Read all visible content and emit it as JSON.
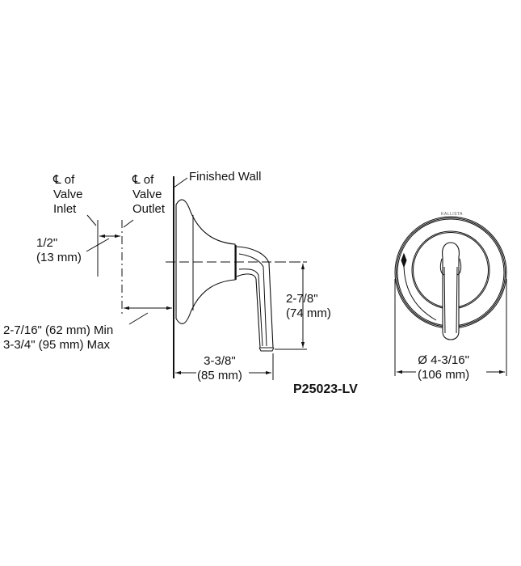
{
  "drawing": {
    "model_number": "P25023-LV",
    "brand_mark": "KALLISTA",
    "side_view": {
      "labels": {
        "valve_inlet": [
          "℄ of",
          "Valve",
          "Inlet"
        ],
        "valve_outlet": [
          "℄ of",
          "Valve",
          "Outlet"
        ],
        "finished_wall": "Finished Wall"
      },
      "dimensions": {
        "inlet_outlet_offset": {
          "imperial": "1/2\"",
          "metric": "(13 mm)"
        },
        "wall_to_outlet": {
          "min": "2-7/16\" (62 mm) Min",
          "max": "3-3/4\" (95 mm) Max"
        },
        "handle_drop": {
          "imperial": "2-7/8\"",
          "metric": "(74 mm)"
        },
        "projection": {
          "imperial": "3-3/8\"",
          "metric": "(85 mm)"
        }
      }
    },
    "front_view": {
      "dimensions": {
        "diameter": {
          "imperial": "Ø 4-3/16\"",
          "metric": "(106 mm)"
        }
      }
    },
    "colors": {
      "line": "#111111",
      "background": "#ffffff"
    }
  }
}
